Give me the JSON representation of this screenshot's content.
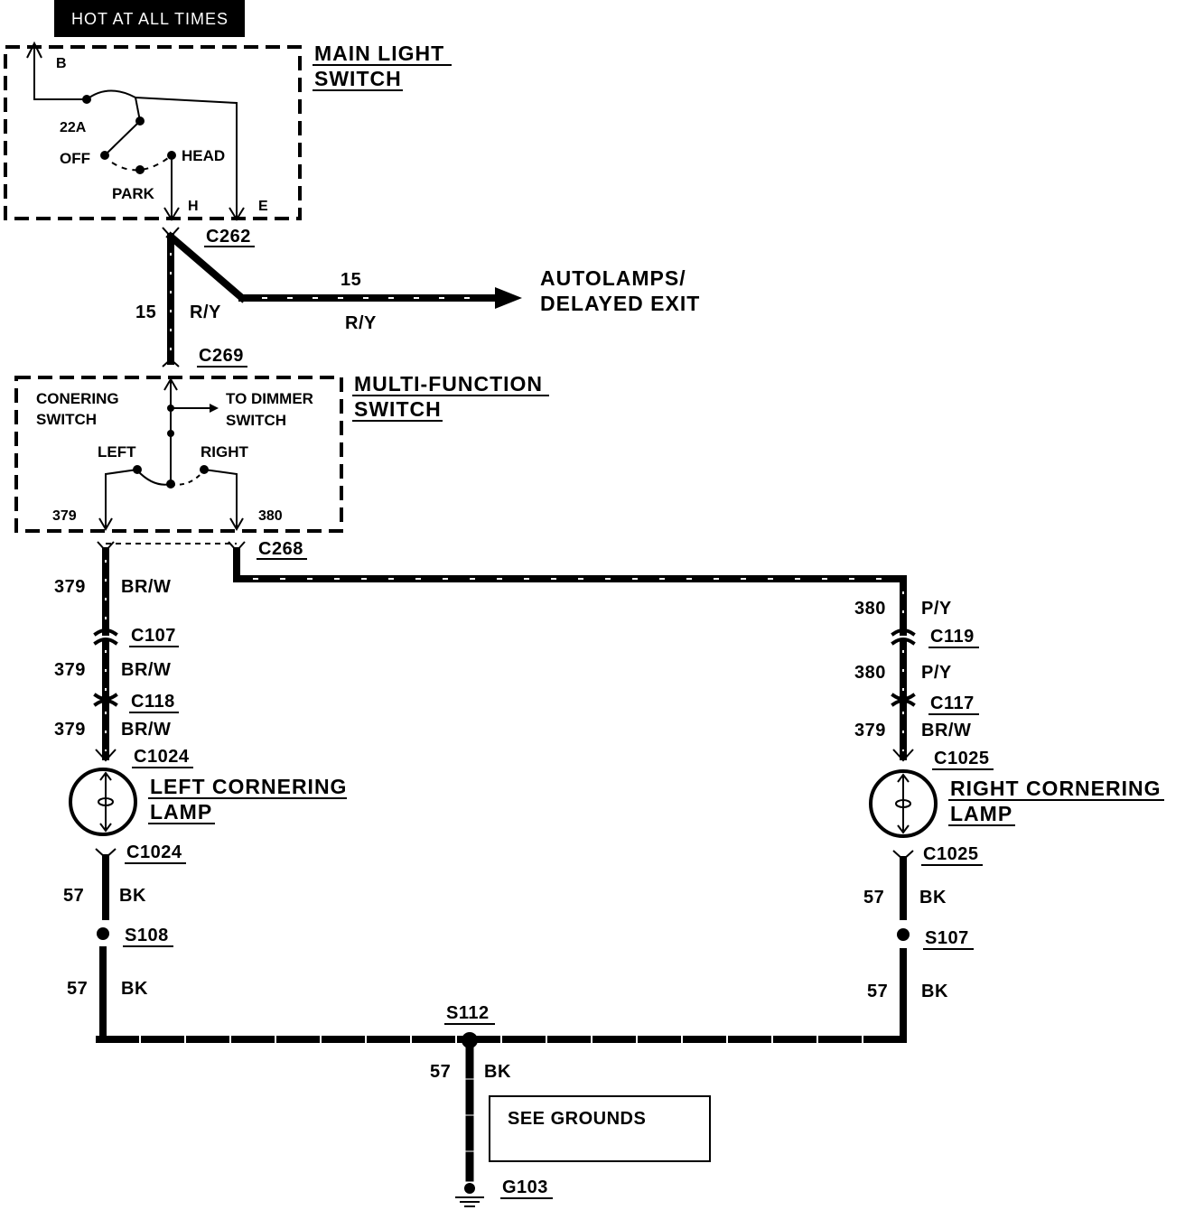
{
  "header": {
    "label": "HOT AT ALL TIMES"
  },
  "main_switch": {
    "title_line1": "MAIN LIGHT",
    "title_line2": "SWITCH",
    "pin_b": "B",
    "pin_22a": "22A",
    "pos_off": "OFF",
    "pos_park": "PARK",
    "pos_head": "HEAD",
    "pin_h": "H",
    "pin_e": "E"
  },
  "connectors": {
    "c262": "C262",
    "c269": "C269",
    "c268": "C268",
    "c107": "C107",
    "c118": "C118",
    "c1024_top": "C1024",
    "c1024_bottom": "C1024",
    "c119": "C119",
    "c117": "C117",
    "c1025_top": "C1025",
    "c1025_bottom": "C1025"
  },
  "feed": {
    "circuit_vertical": "15",
    "color_vertical": "R/Y",
    "circuit_horizontal": "15",
    "color_horizontal": "R/Y",
    "destination_line1": "AUTOLAMPS/",
    "destination_line2": "DELAYED EXIT"
  },
  "multifunction": {
    "title_line1": "MULTI-FUNCTION",
    "title_line2": "SWITCH",
    "sub_line1": "CONERING",
    "sub_line2": "SWITCH",
    "dimmer_line1": "TO DIMMER",
    "dimmer_line2": "SWITCH",
    "pos_left": "LEFT",
    "pos_right": "RIGHT",
    "pin_379": "379",
    "pin_380": "380"
  },
  "left_branch": {
    "seg1_circuit": "379",
    "seg1_color": "BR/W",
    "seg2_circuit": "379",
    "seg2_color": "BR/W",
    "seg3_circuit": "379",
    "seg3_color": "BR/W",
    "lamp_line1": "LEFT CORNERING",
    "lamp_line2": "LAMP",
    "gnd1_circuit": "57",
    "gnd1_color": "BK",
    "splice": "S108",
    "gnd2_circuit": "57",
    "gnd2_color": "BK"
  },
  "right_branch": {
    "seg1_circuit": "380",
    "seg1_color": "P/Y",
    "seg2_circuit": "380",
    "seg2_color": "P/Y",
    "seg3_circuit": "379",
    "seg3_color": "BR/W",
    "lamp_line1": "RIGHT CORNERING",
    "lamp_line2": "LAMP",
    "gnd1_circuit": "57",
    "gnd1_color": "BK",
    "splice": "S107",
    "gnd2_circuit": "57",
    "gnd2_color": "BK"
  },
  "ground": {
    "splice": "S112",
    "circuit": "57",
    "color": "BK",
    "note": "SEE GROUNDS",
    "ground_point": "G103"
  }
}
